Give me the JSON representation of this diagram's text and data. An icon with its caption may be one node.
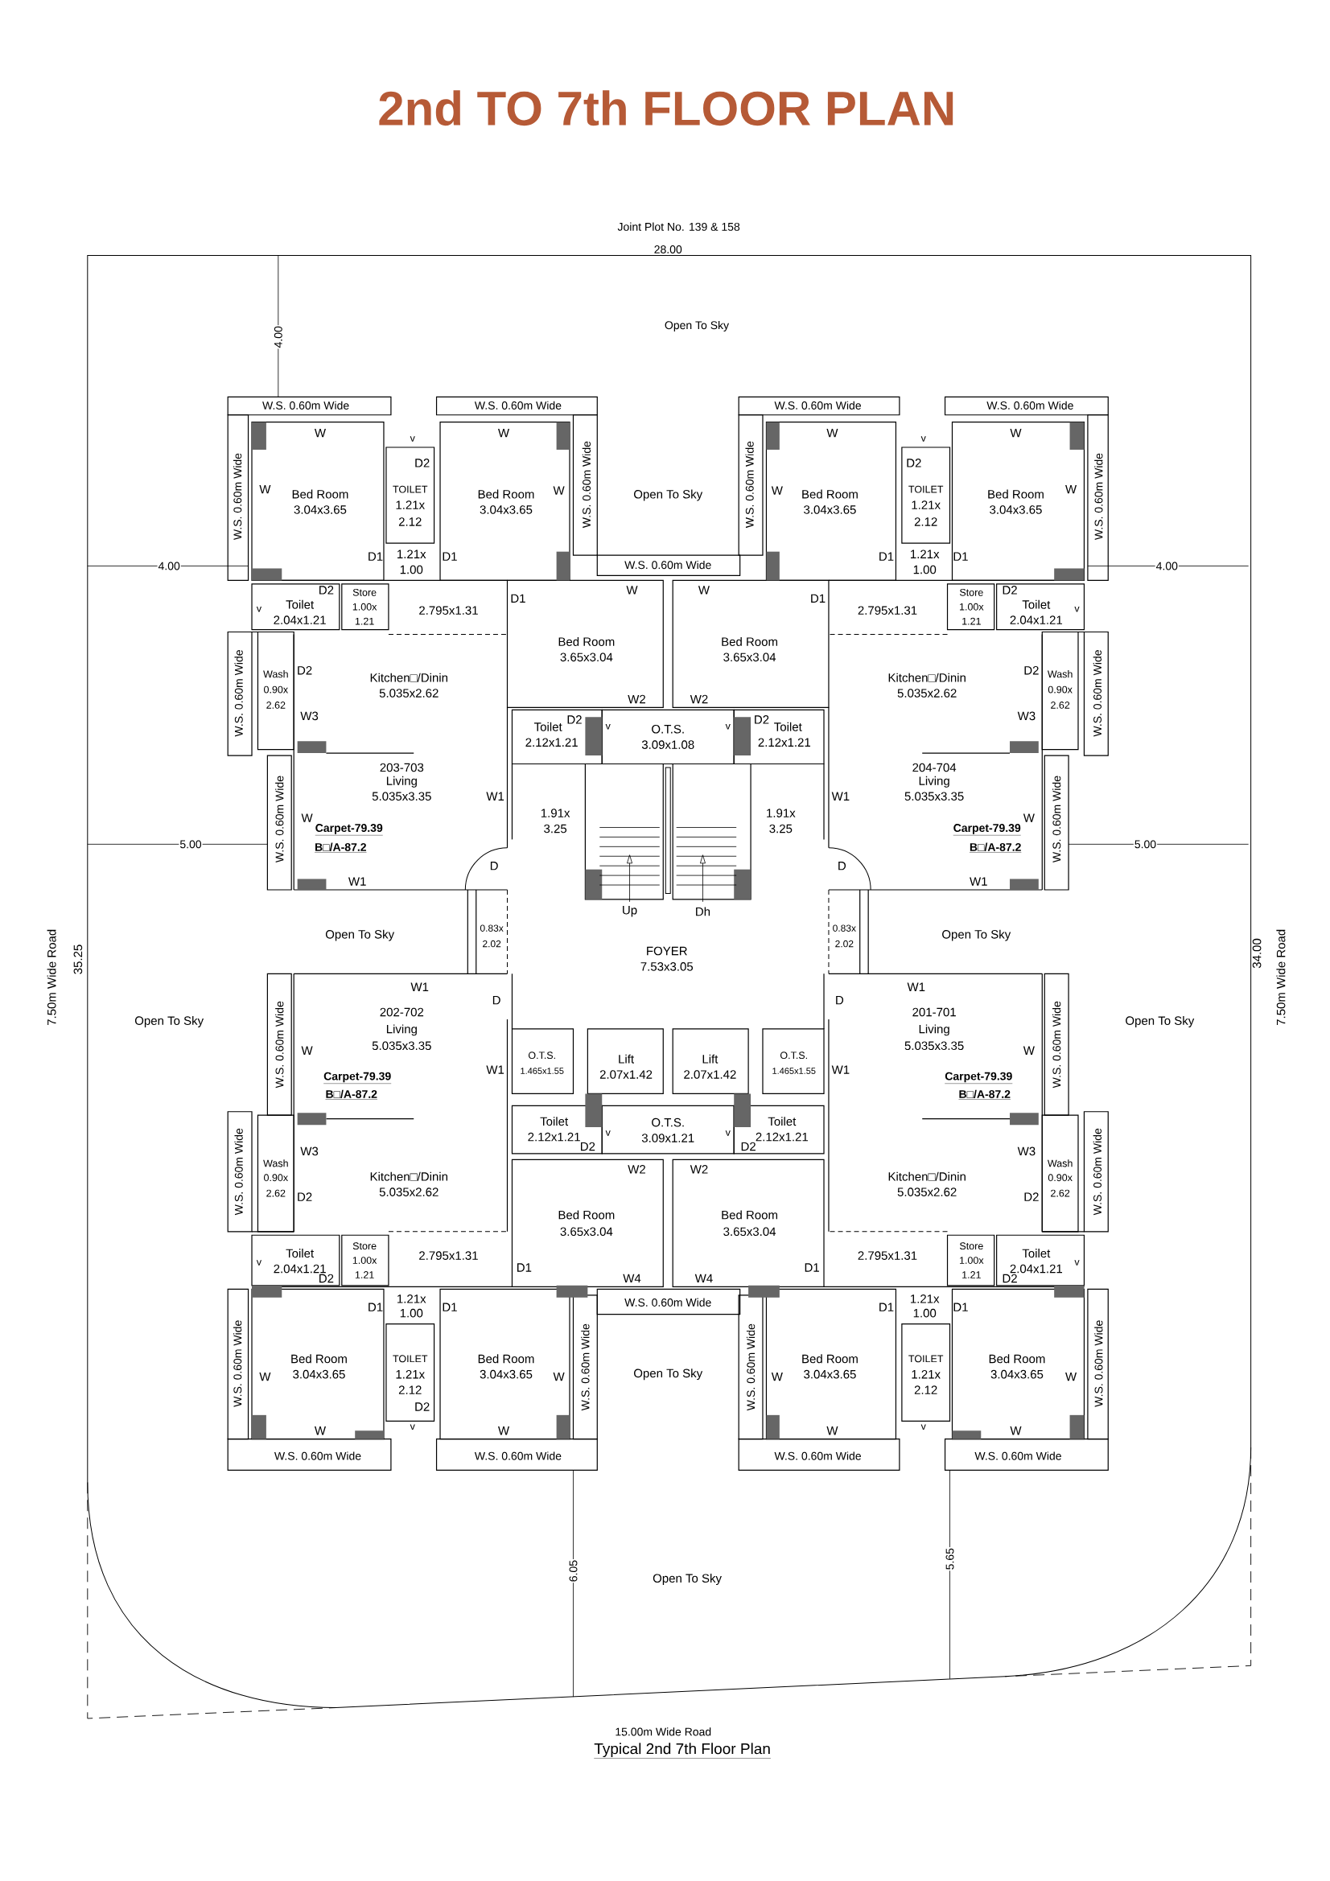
{
  "diagram": {
    "title": "2nd TO 7th FLOOR PLAN",
    "caption": "Typical 2nd 7th Floor Plan",
    "labels": [
      "Joint Plot No. 139 & 158",
      "28.00",
      "Open To Sky",
      "4.00",
      "W.S. 0.60m Wide",
      "W.S. 0.60m Wide",
      "W",
      "v",
      "W",
      "W.S. 0.60m Wide",
      "W",
      "Bed Room",
      "3.04x3.65",
      "D2",
      "TOILET",
      "1.21x",
      "2.12",
      "Bed Room",
      "3.04x3.65",
      "W",
      "W.S. 0.60m Wide",
      "D1",
      "1.21x",
      "1.00",
      "D1",
      "D2",
      "Toilet",
      "v",
      "2.04x1.21",
      "Store",
      "1.00x",
      "1.21",
      "2.795x1.31",
      "D1",
      "W",
      "Bed Room",
      "3.65x3.04",
      "W.S. 0.60m Wide",
      "Wash",
      "0.90x",
      "2.62",
      "D2",
      "W3",
      "Kitchen□/Dinin",
      "5.035x2.62",
      "W2",
      "D2",
      "Toilet",
      "2.12x1.21",
      "v",
      "203-703",
      "Living",
      "5.035x3.35",
      "W1",
      "1.91x",
      "3.25",
      "W.S. 0.60m Wide",
      "W",
      "Carpet-79.39",
      "B□/A-87.2",
      "D",
      "W1",
      "4.00",
      "5.00",
      "Open To Sky",
      "0.83x",
      "2.02",
      "W.S. 0.60m Wide",
      "W.S. 0.60m Wide",
      "W",
      "v",
      "W",
      "W.S. 0.60m Wide",
      "W",
      "Bed Room",
      "3.04x3.65",
      "D2",
      "TOILET",
      "1.21x",
      "2.12",
      "Bed Room",
      "3.04x3.65",
      "W",
      "W.S. 0.60m Wide",
      "D1",
      "1.21x",
      "1.00",
      "D1",
      "D2",
      "Toilet",
      "v",
      "2.04x1.21",
      "Store",
      "1.00x",
      "1.21",
      "2.795x1.31",
      "D1",
      "W",
      "Bed Room",
      "3.65x3.04",
      "W.S. 0.60m Wide",
      "Wash",
      "0.90x",
      "2.62",
      "D2",
      "W3",
      "Kitchen□/Dinin",
      "5.035x2.62",
      "W2",
      "D2",
      "Toilet",
      "2.12x1.21",
      "v",
      "204-704",
      "Living",
      "5.035x3.35",
      "W1",
      "1.91x",
      "3.25",
      "W.S. 0.60m Wide",
      "W",
      "Carpet-79.39",
      "B□/A-87.2",
      "D",
      "W1",
      "4.00",
      "5.00",
      "Open To Sky",
      "0.83x",
      "2.02",
      "Open To Sky",
      "W.S. 0.60m Wide",
      "O.T.S.",
      "3.09x1.08",
      "Up",
      "Dh",
      "FOYER",
      "7.53x3.05",
      "7.50m Wide Road",
      "35.25",
      "Open To Sky",
      "Open To Sky",
      "34.00",
      "7.50m Wide Road",
      "Lift",
      "2.07x1.42",
      "Lift",
      "2.07x1.42",
      "O.T.S.",
      "3.09x1.21",
      "W.S. 0.60m Wide",
      "Open To Sky",
      "W1",
      "D",
      "202-702",
      "Living",
      "5.035x3.35",
      "W.S. 0.60m Wide",
      "W",
      "O.T.S.",
      "1.465x1.55",
      "W1",
      "Carpet-79.39",
      "B□/A-87.2",
      "Toilet",
      "2.12x1.21",
      "D2",
      "v",
      "W.S. 0.60m Wide",
      "Wash",
      "0.90x",
      "2.62",
      "W3",
      "D2",
      "Kitchen□/Dinin",
      "5.035x2.62",
      "W2",
      "Bed Room",
      "3.65x3.04",
      "Store",
      "1.00x",
      "1.21",
      "2.795x1.31",
      "Toilet",
      "2.04x1.21",
      "v",
      "D2",
      "D1",
      "W4",
      "D1",
      "1.21x",
      "1.00",
      "D1",
      "W.S. 0.60m Wide",
      "W",
      "Bed Room",
      "3.04x3.65",
      "TOILET",
      "1.21x",
      "2.12",
      "D2",
      "Bed Room",
      "3.04x3.65",
      "W",
      "W.S. 0.60m Wide",
      "v",
      "W",
      "W",
      "W.S. 0.60m Wide",
      "W.S. 0.60m Wide",
      "W1",
      "D",
      "201-701",
      "Living",
      "5.035x3.35",
      "W.S. 0.60m Wide",
      "W",
      "O.T.S.",
      "1.465x1.55",
      "W1",
      "Carpet-79.39",
      "B□/A-87.2",
      "Toilet",
      "2.12x1.21",
      "D2",
      "v",
      "W.S. 0.60m Wide",
      "Wash",
      "0.90x",
      "2.62",
      "W3",
      "D2",
      "Kitchen□/Dinin",
      "5.035x2.62",
      "W2",
      "Bed Room",
      "3.65x3.04",
      "Store",
      "1.00x",
      "1.21",
      "2.795x1.31",
      "Toilet",
      "2.04x1.21",
      "v",
      "D2",
      "D1",
      "W4",
      "D1",
      "1.21x",
      "1.00",
      "D1",
      "W.S. 0.60m Wide",
      "W",
      "Bed Room",
      "3.04x3.65",
      "TOILET",
      "1.21x",
      "2.12",
      "Bed Room",
      "3.04x3.65",
      "W",
      "W.S. 0.60m Wide",
      "v",
      "W",
      "W",
      "W.S. 0.60m Wide",
      "W.S. 0.60m Wide",
      "6.05",
      "5.65",
      "Open To Sky",
      "15.00m Wide Road"
    ]
  }
}
